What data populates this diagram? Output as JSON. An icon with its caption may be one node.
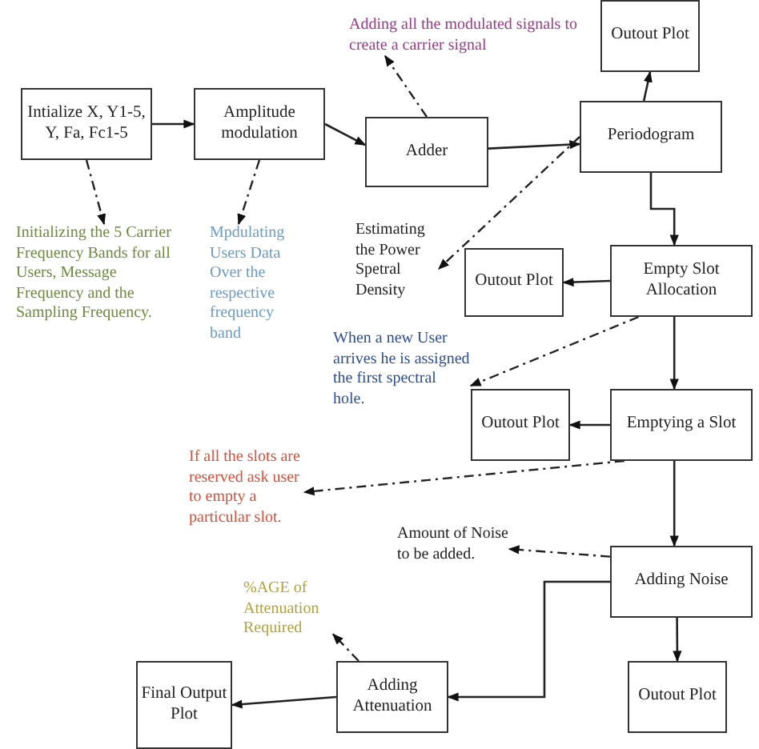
{
  "diagram": {
    "nodes": [
      {
        "text": [
          "Intialize X, Y1-5, Y, Fa, Fc1-5"
        ]
      },
      {
        "text": [
          "Amplitude modulation"
        ]
      },
      {
        "text": [
          "Adder"
        ]
      },
      {
        "text": [
          "Periodogram"
        ]
      },
      {
        "text": [
          "Outout Plot"
        ]
      },
      {
        "text": [
          "Empty Slot Allocation"
        ]
      },
      {
        "text": [
          "Outout Plot"
        ]
      },
      {
        "text": [
          "Emptying a Slot"
        ]
      },
      {
        "text": [
          "Outout Plot"
        ]
      },
      {
        "text": [
          "Adding Noise"
        ]
      },
      {
        "text": [
          "Outout Plot"
        ]
      },
      {
        "text": [
          "Adding Attenuation"
        ]
      },
      {
        "text": [
          "Final Output Plot"
        ]
      },
      {
        "text": [
          "Initializing the 5 Carrier Frequency Bands for all Users, Message Frequency and the Sampling Frequency."
        ]
      },
      {
        "text": [
          "Mpdulating Users Data Over the respective frequency band"
        ]
      },
      {
        "text": [
          "Adding all the modulated signals to create a carrier signal"
        ]
      },
      {
        "text": [
          "Estimating the Power Spetral Density"
        ]
      },
      {
        "text": [
          "When a new User arrives he is assigned the first spectral hole."
        ]
      },
      {
        "text": [
          "If all the slots are reserved ask user to empty a particular slot."
        ]
      },
      {
        "text": [
          "Amount of Noise to be added."
        ]
      },
      {
        "text": [
          "%AGE of Attenuation Required"
        ]
      }
    ],
    "edges": [
      {
        "from": 0,
        "to": 1,
        "arrow": "to"
      },
      {
        "from": 1,
        "to": 2,
        "arrow": "to"
      },
      {
        "from": 2,
        "to": 3,
        "arrow": "to"
      },
      {
        "from": 3,
        "to": 4,
        "arrow": "to"
      },
      {
        "from": 3,
        "to": 5,
        "arrow": "to"
      },
      {
        "from": 5,
        "to": 6,
        "arrow": "to"
      },
      {
        "from": 5,
        "to": 7,
        "arrow": "to"
      },
      {
        "from": 7,
        "to": 8,
        "arrow": "to"
      },
      {
        "from": 7,
        "to": 9,
        "arrow": "to"
      },
      {
        "from": 9,
        "to": 10,
        "arrow": "to"
      },
      {
        "from": 9,
        "to": 11,
        "arrow": "to"
      },
      {
        "from": 11,
        "to": 12,
        "arrow": "to"
      },
      {
        "from": 0,
        "to": 13,
        "arrow": "to",
        "style": "dashed"
      },
      {
        "from": 1,
        "to": 14,
        "arrow": "to",
        "style": "dashed"
      },
      {
        "from": 2,
        "to": 15,
        "arrow": "to",
        "style": "dashed"
      },
      {
        "from": 3,
        "to": 16,
        "arrow": "to",
        "style": "dashed"
      },
      {
        "from": 5,
        "to": 17,
        "arrow": "to",
        "style": "dashed"
      },
      {
        "from": 7,
        "to": 18,
        "arrow": "to",
        "style": "dashed"
      },
      {
        "from": 9,
        "to": 19,
        "arrow": "to",
        "style": "dashed"
      },
      {
        "from": 11,
        "to": 20,
        "arrow": "to",
        "style": "dashed"
      }
    ]
  }
}
